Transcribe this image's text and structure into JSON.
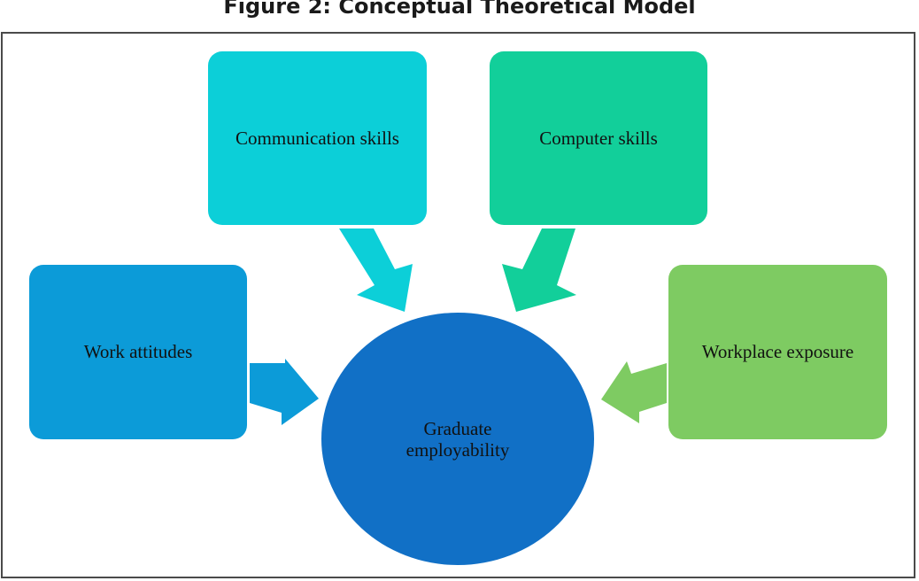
{
  "title": "Figure 2: Conceptual Theoretical Model",
  "nodes": {
    "communication": {
      "label": "Communication skills",
      "color": "#0ccfd8"
    },
    "computer": {
      "label": "Computer skills",
      "color": "#12cf9a"
    },
    "work_attitudes": {
      "label": "Work attitudes",
      "color": "#0c9bd8"
    },
    "workplace_exposure": {
      "label": "Workplace exposure",
      "color": "#7ecb62"
    },
    "outcome": {
      "line1": "Graduate",
      "line2": "employability",
      "color": "#1170c6"
    }
  },
  "edges": [
    {
      "from": "communication",
      "to": "outcome"
    },
    {
      "from": "computer",
      "to": "outcome"
    },
    {
      "from": "work_attitudes",
      "to": "outcome"
    },
    {
      "from": "workplace_exposure",
      "to": "outcome"
    }
  ]
}
